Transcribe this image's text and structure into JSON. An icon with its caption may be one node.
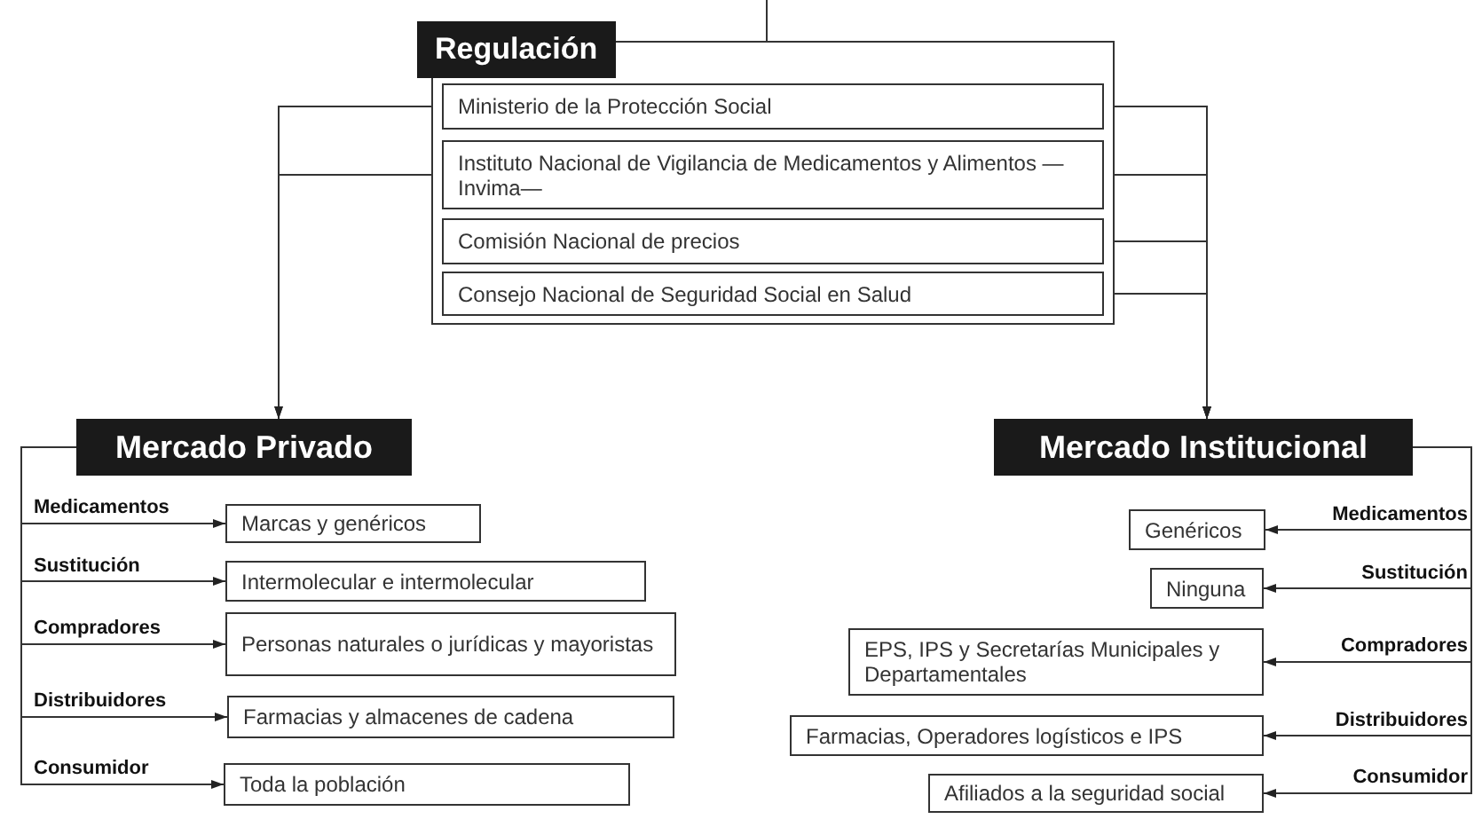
{
  "diagram": {
    "nodes": [
      {
        "text": [
          "Regulación"
        ]
      },
      {
        "text": [
          "Ministerio de la Protección Social"
        ],
        "in": 0
      },
      {
        "text": [
          "Instituto Nacional de Vigilancia de Medicamentos y Alimentos —Invima—"
        ],
        "in": 0
      },
      {
        "text": [
          "Comisión Nacional de precios"
        ],
        "in": 0
      },
      {
        "text": [
          "Consejo Nacional de Seguridad Social en Salud"
        ],
        "in": 0
      },
      {
        "text": [
          "Mercado Privado"
        ]
      },
      {
        "text": [
          "Marcas y genéricos"
        ]
      },
      {
        "text": [
          "Intermolecular e intermolecular"
        ]
      },
      {
        "text": [
          "Personas naturales o jurídicas y mayoristas"
        ]
      },
      {
        "text": [
          "Farmacias y almacenes de cadena"
        ]
      },
      {
        "text": [
          "Toda la población"
        ]
      },
      {
        "text": [
          "Mercado Institucional"
        ]
      },
      {
        "text": [
          "Genéricos"
        ]
      },
      {
        "text": [
          "Ninguna"
        ]
      },
      {
        "text": [
          "EPS, IPS y Secretarías Municipales y Departamentales"
        ]
      },
      {
        "text": [
          "Farmacias, Operadores logísticos e IPS"
        ]
      },
      {
        "text": [
          "Afiliados a la seguridad social"
        ]
      }
    ],
    "edges": [
      {
        "from": null,
        "to": 0,
        "arrow": "none"
      },
      {
        "from": 1,
        "to": 5,
        "arrow": "to"
      },
      {
        "from": 2,
        "to": 5,
        "arrow": "to"
      },
      {
        "from": 1,
        "to": 11,
        "arrow": "to"
      },
      {
        "from": 2,
        "to": 11,
        "arrow": "to"
      },
      {
        "from": 3,
        "to": 11,
        "arrow": "to"
      },
      {
        "from": 4,
        "to": 11,
        "arrow": "to"
      },
      {
        "from": 5,
        "to": 6,
        "arrow": "to",
        "label": "Medicamentos"
      },
      {
        "from": 5,
        "to": 7,
        "arrow": "to",
        "label": "Sustitución"
      },
      {
        "from": 5,
        "to": 8,
        "arrow": "to",
        "label": "Compradores"
      },
      {
        "from": 5,
        "to": 9,
        "arrow": "to",
        "label": "Distribuidores"
      },
      {
        "from": 5,
        "to": 10,
        "arrow": "to",
        "label": "Consumidor"
      },
      {
        "from": 11,
        "to": 12,
        "arrow": "to",
        "label": "Medicamentos"
      },
      {
        "from": 11,
        "to": 13,
        "arrow": "to",
        "label": "Sustitución"
      },
      {
        "from": 11,
        "to": 14,
        "arrow": "to",
        "label": "Compradores"
      },
      {
        "from": 11,
        "to": 15,
        "arrow": "to",
        "label": "Distribuidores"
      },
      {
        "from": 11,
        "to": 16,
        "arrow": "to",
        "label": "Consumidor"
      }
    ]
  }
}
